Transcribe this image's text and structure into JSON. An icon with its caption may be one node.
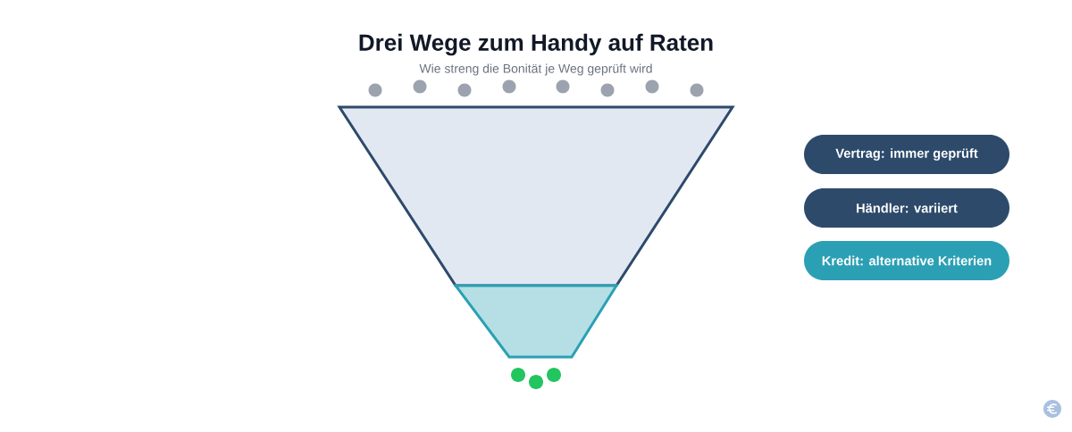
{
  "diagram": {
    "title": "Drei Wege zum Handy auf Raten",
    "nodes": [
      {
        "text": [
          "Vertrag: immer geprüft"
        ]
      },
      {
        "text": [
          "Händler: variiert"
        ]
      },
      {
        "text": [
          "Kredit: alternative Kriterien"
        ]
      }
    ],
    "labels": [
      "Wie streng die Bonität je Weg geprüft wird"
    ]
  }
}
